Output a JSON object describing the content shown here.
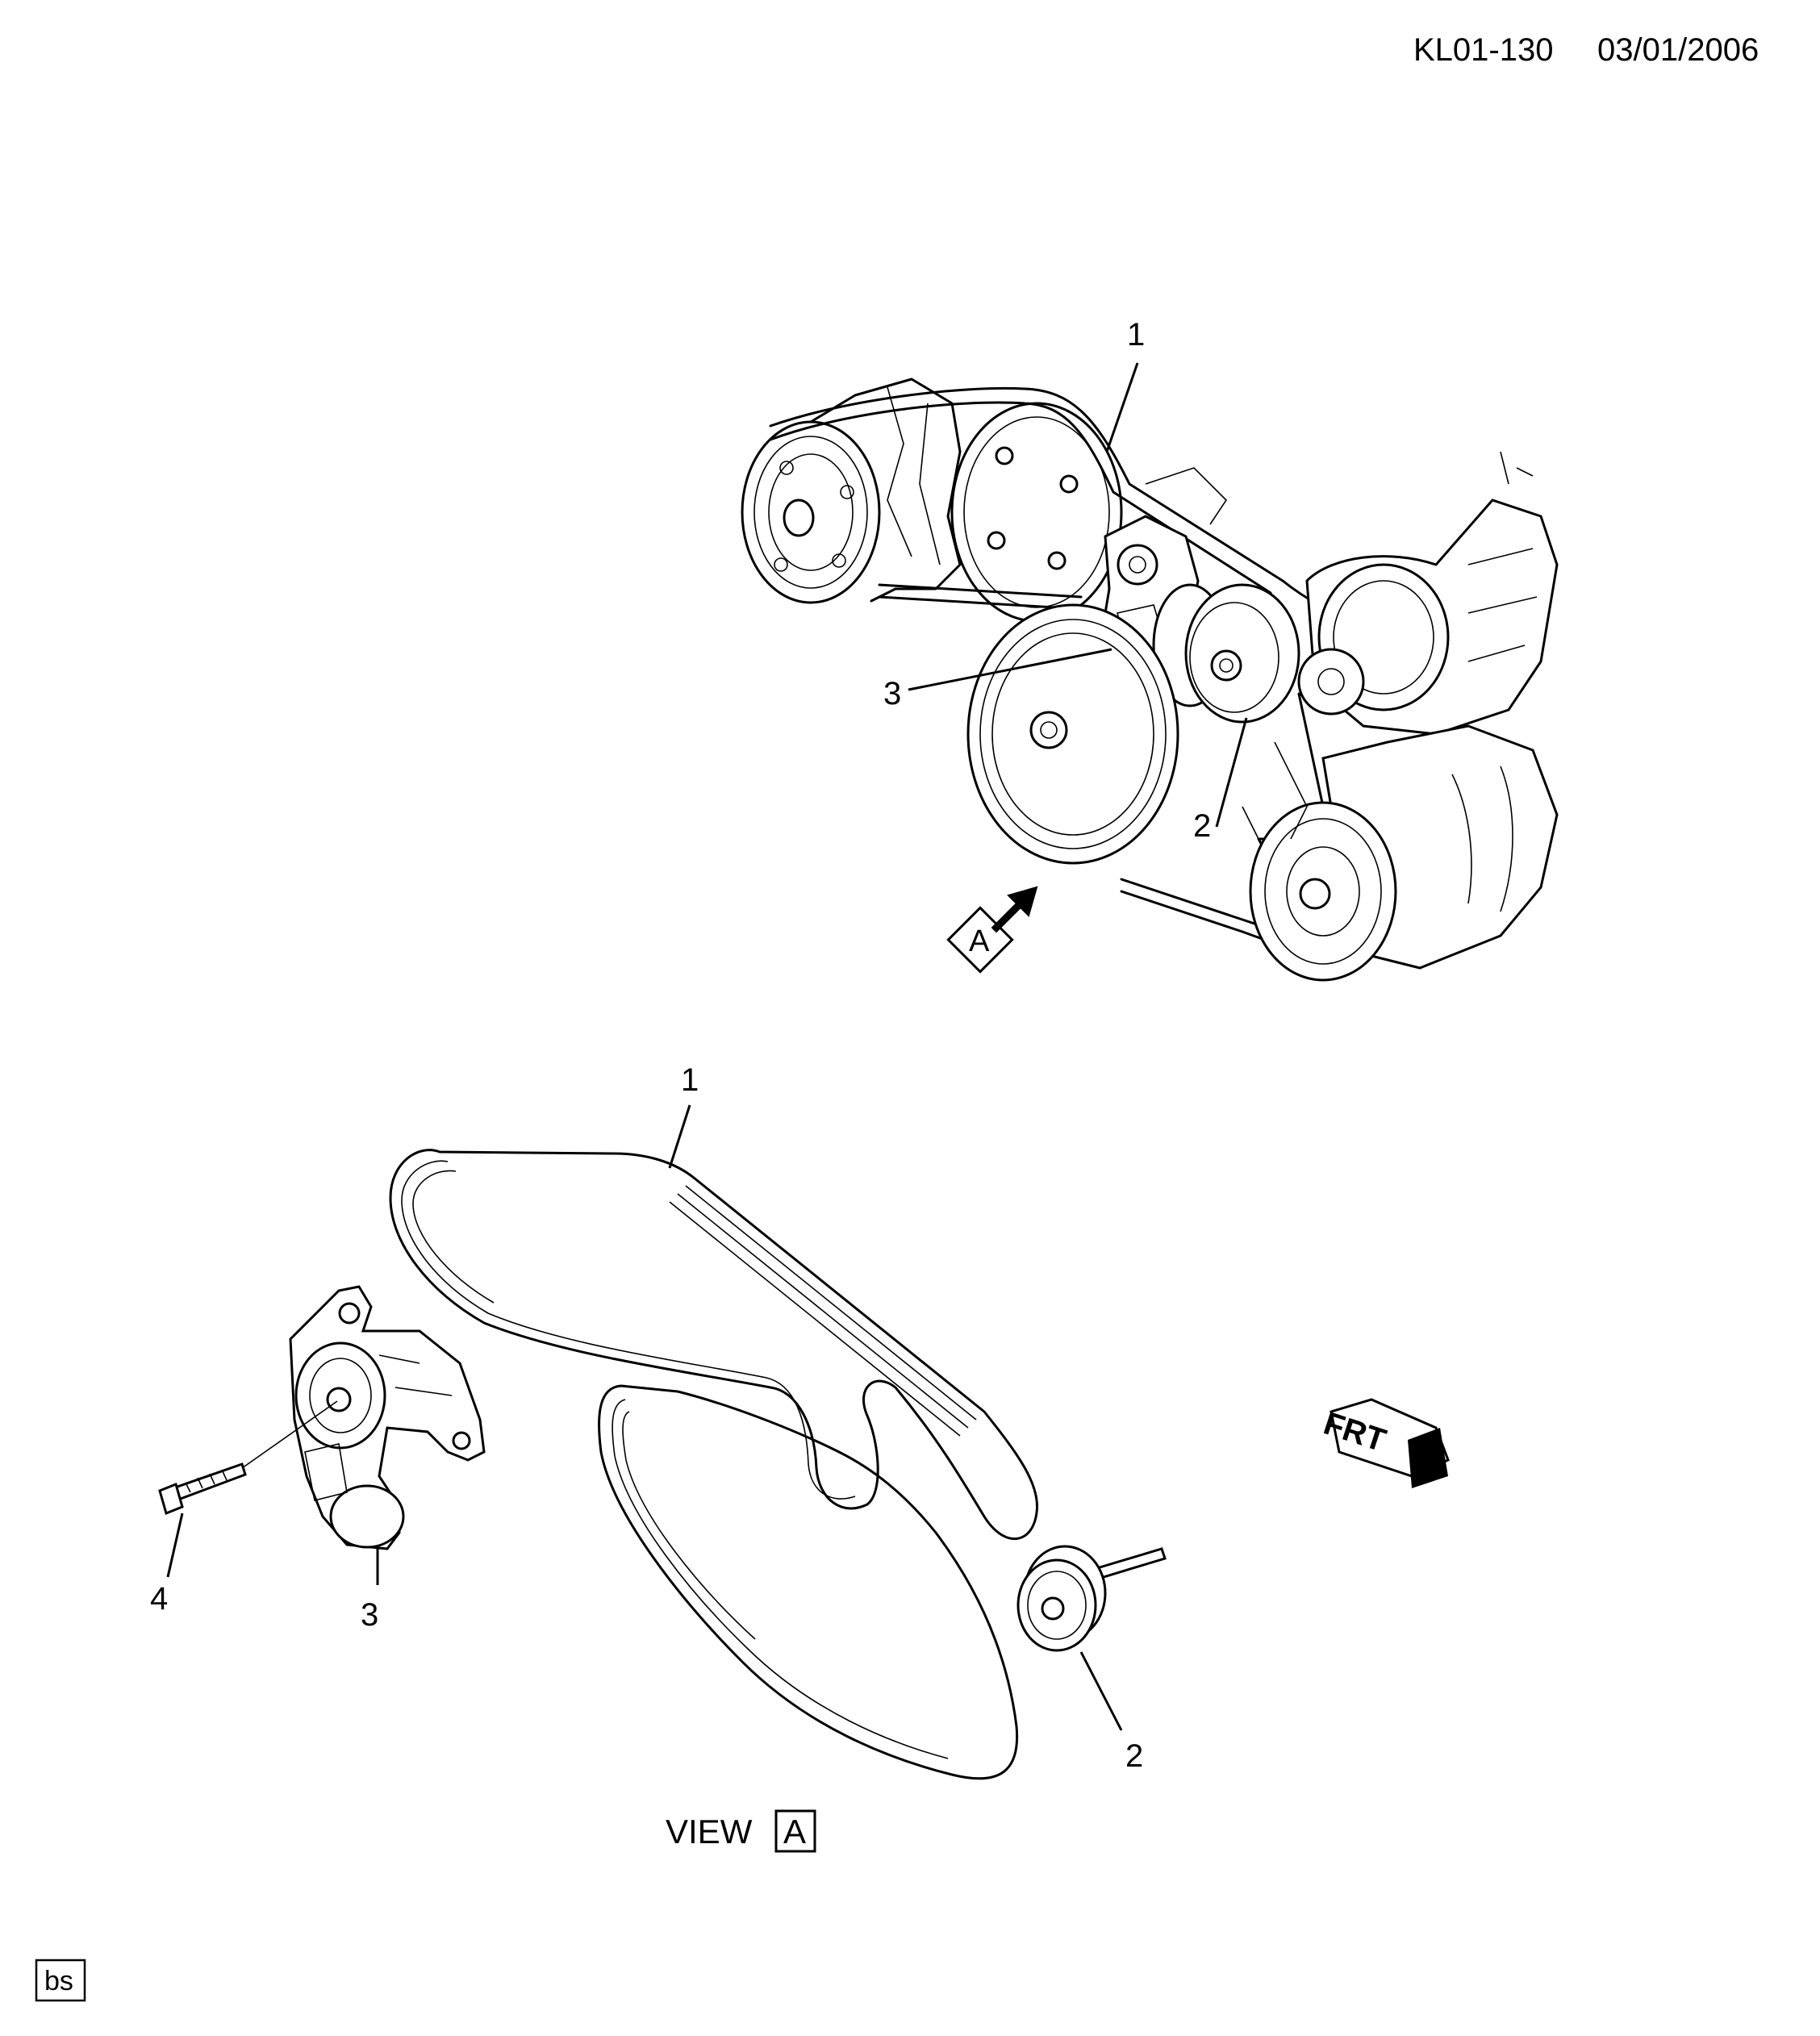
{
  "header": {
    "doc_id": "KL01-130",
    "date": "03/01/2006"
  },
  "upper_view": {
    "callouts": [
      "1",
      "2",
      "3"
    ],
    "view_marker": "A"
  },
  "view_a": {
    "caption_text": "VIEW",
    "caption_box": "A",
    "callouts": [
      "1",
      "2",
      "3",
      "4"
    ]
  },
  "front_indicator": {
    "text": "FRT"
  },
  "corner_mark": "bs"
}
